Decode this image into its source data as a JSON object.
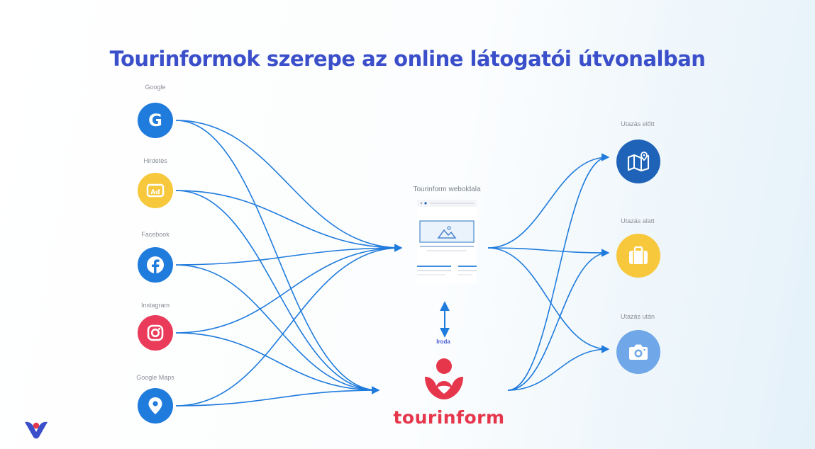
{
  "title": "Tourinformok szerepe az online látogatói útvonalban",
  "sources": [
    {
      "label": "Google",
      "icon": "google-g-icon",
      "color": "#1f7bdc"
    },
    {
      "label": "Hirdetés",
      "icon": "ad-badge-icon",
      "color": "#f7c83c"
    },
    {
      "label": "Facebook",
      "icon": "facebook-icon",
      "color": "#1f7bdc"
    },
    {
      "label": "Instagram",
      "icon": "instagram-icon",
      "color": "#ea3c5a"
    },
    {
      "label": "Google Maps",
      "icon": "map-pin-icon",
      "color": "#1f7bdc"
    }
  ],
  "hub": {
    "website_label": "Tourinform weboldala",
    "office_label": "Iroda",
    "brand": "tourinform"
  },
  "destinations": [
    {
      "label": "Utazás előtt",
      "icon": "folded-map-icon",
      "color": "#1f63b8"
    },
    {
      "label": "Utazás alatt",
      "icon": "suitcase-icon",
      "color": "#f7c83c"
    },
    {
      "label": "Utazás után",
      "icon": "camera-icon",
      "color": "#6fa7e8"
    }
  ],
  "colors": {
    "accent": "#3a4fc9",
    "arrow": "#1f7bdc",
    "brand_red": "#e5364c"
  }
}
